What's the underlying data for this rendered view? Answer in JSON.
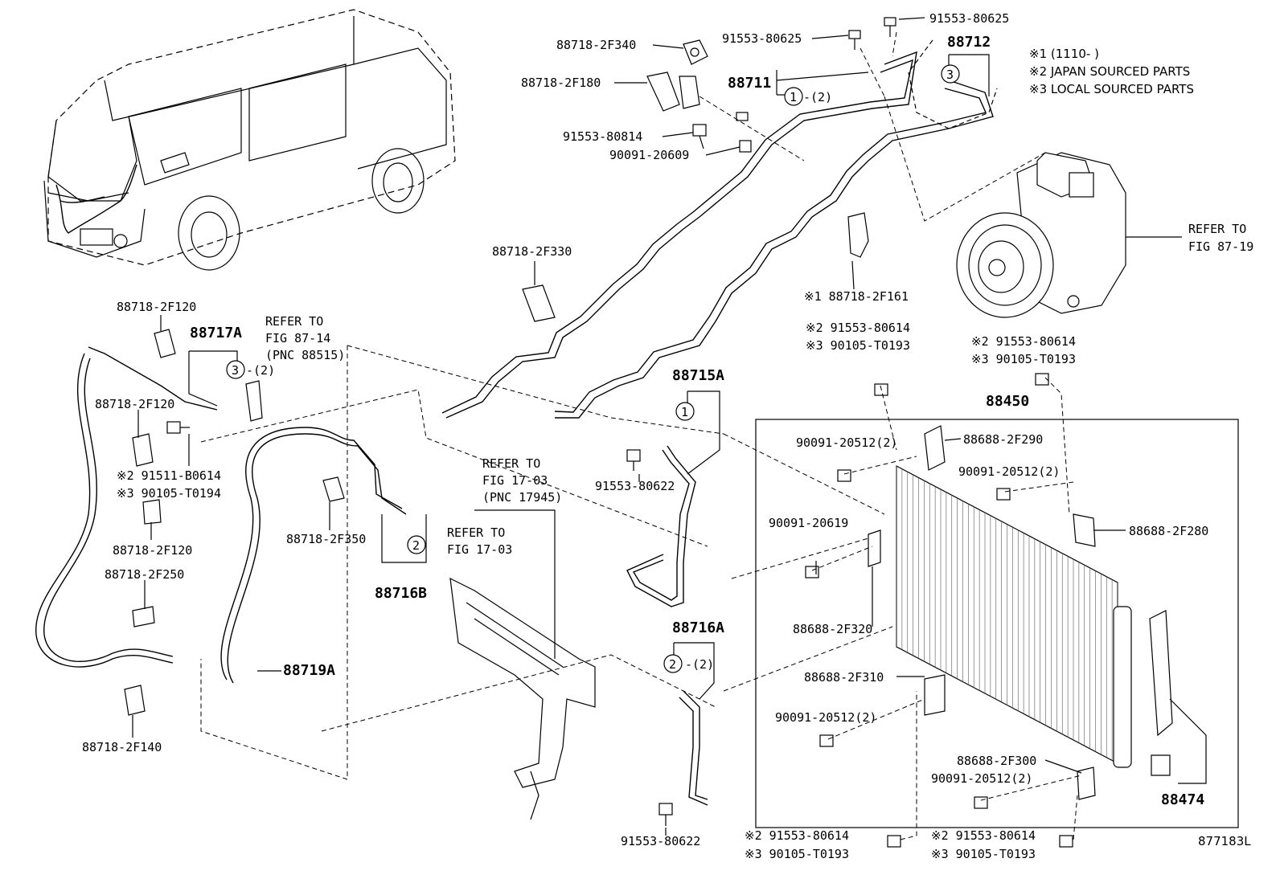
{
  "notes": {
    "note1": "※1 (1110-   )",
    "note2": "※2 JAPAN SOURCED PARTS",
    "note3": "※3 LOCAL SOURCED PARTS"
  },
  "figure_id": "877183L",
  "part_labels": {
    "p88718_2F340": "88718-2F340",
    "p91553_80625_a": "91553-80625",
    "p91553_80625_b": "91553-80625",
    "p88712": "88712",
    "p88718_2F180": "88718-2F180",
    "p88711": "88711",
    "p88711_qty": "-(2)",
    "p91553_80814": "91553-80814",
    "p90091_20609": "90091-20609",
    "p88718_2F330": "88718-2F330",
    "p88718_2F161": "※1 88718-2F161",
    "p88718_2F120_a": "88718-2F120",
    "p88717A": "88717A",
    "p88717A_qty": "-(2)",
    "p88718_2F120_b": "88718-2F120",
    "p91511_B0614": "※2 91511-B0614",
    "p90105_T0194": "※3 90105-T0194",
    "p88718_2F120_c": "88718-2F120",
    "p88718_2F250": "88718-2F250",
    "p88718_2F140": "88718-2F140",
    "p88718_2F350": "88718-2F350",
    "p88716B": "88716B",
    "p88719A": "88719A",
    "p88715A": "88715A",
    "p91553_80622_a": "91553-80622",
    "p88716A": "88716A",
    "p88716A_qty": "-(2)",
    "p91553_80622_b": "91553-80622",
    "p91553_80614_a": "※2 91553-80614",
    "p90105_T0193_a": "※3 90105-T0193",
    "p91553_80614_b": "※2 91553-80614",
    "p90105_T0193_b": "※3 90105-T0193",
    "p88450": "88450",
    "p90091_20512_a": "90091-20512(2)",
    "p88688_2F290": "88688-2F290",
    "p90091_20512_b": "90091-20512(2)",
    "p90091_20619": "90091-20619",
    "p88688_2F280": "88688-2F280",
    "p88688_2F320": "88688-2F320",
    "p88688_2F310": "88688-2F310",
    "p90091_20512_c": "90091-20512(2)",
    "p88688_2F300": "88688-2F300",
    "p90091_20512_d": "90091-20512(2)",
    "p88474": "88474",
    "p91553_80614_c": "※2 91553-80614",
    "p90105_T0193_c": "※3 90105-T0193",
    "p91553_80614_d": "※2 91553-80614",
    "p90105_T0193_d": "※3 90105-T0193"
  },
  "callouts": {
    "c1": "1",
    "c2": "2",
    "c3": "3"
  },
  "references": {
    "ref_87_19_a": "REFER TO",
    "ref_87_19_b": "FIG 87-19",
    "ref_87_14_a": "REFER TO",
    "ref_87_14_b": "FIG 87-14",
    "ref_87_14_c": "(PNC 88515)",
    "ref_17_03_a": "REFER TO",
    "ref_17_03_b": "FIG 17-03",
    "ref_17_03_c": "(PNC 17945)",
    "ref_17_03_d": "REFER TO",
    "ref_17_03_e": "FIG 17-03"
  }
}
